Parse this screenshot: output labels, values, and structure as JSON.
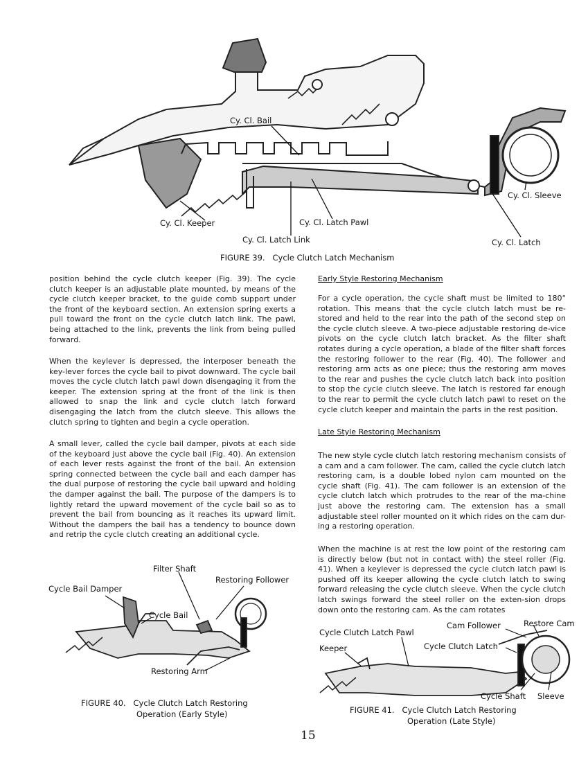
{
  "figure39": {
    "labels": {
      "bail": "Cy. Cl. Bail",
      "keeper": "Cy. Cl. Keeper",
      "latch_pawl": "Cy. Cl. Latch Pawl",
      "latch_link": "Cy. Cl. Latch Link",
      "sleeve": "Cy. Cl. Sleeve",
      "latch": "Cy. Cl. Latch"
    },
    "caption": "FIGURE 39.   Cycle Clutch Latch Mechanism"
  },
  "left_column": {
    "p1": "position behind the cycle clutch keeper (Fig. 39). The cycle clutch keeper is an adjustable plate mounted, by means of the cycle clutch keeper bracket, to the guide comb support under the front of the keyboard section. An extension spring exerts a pull toward the front on the cycle clutch latch link. The pawl, being attached to the link, prevents the link from being pulled forward.",
    "p2": "When the keylever is depressed, the interposer beneath the key-lever forces the cycle bail to pivot downward. The cycle bail moves the cycle clutch latch pawl down disengaging it from the keeper. The extension spring at the front of the link is then allowed to snap the link and cycle clutch latch forward disengaging the latch from the clutch sleeve. This allows the clutch spring to tighten and begin a cycle operation.",
    "p3": "A small lever, called the cycle bail damper, pivots at each side of the keyboard just above the cycle bail (Fig. 40). An extension of each lever rests against the front of the bail. An extension spring connected between the cycle bail and each damper has the dual purpose of restoring the cycle bail upward and holding the damper against the bail. The purpose of the dampers is to lightly retard the upward movement of the cycle bail so as to prevent the bail from bouncing as it reaches its upward limit. Without the dampers the bail has a tendency to bounce down and retrip the cycle clutch creating an additional cycle."
  },
  "right_column": {
    "heading1": "Early Style Restoring Mechanism",
    "p1": "For a cycle operation, the cycle shaft must be limited to 180° rotation. This means that the cycle clutch latch must be re-stored and held to the rear into the path of the second step on the cycle clutch sleeve. A two-piece adjustable restoring de-vice pivots on the cycle clutch latch bracket. As the filter shaft rotates during a cycle operation, a blade of the filter shaft forces the restoring follower to the rear (Fig. 40). The follower and restoring arm acts as one piece; thus the restoring arm moves to the rear and pushes the cycle clutch latch back into position to stop the cycle clutch sleeve. The latch is restored far enough to the rear to permit the cycle clutch latch pawl to reset on the cycle clutch keeper and maintain the parts in the rest position.",
    "heading2": "Late Style Restoring Mechanism",
    "p2": "The new style cycle clutch latch restoring mechanism consists of a cam and a cam follower. The cam, called the cycle clutch latch restoring cam, is a double lobed nylon cam mounted on the cycle shaft (Fig. 41). The cam follower is an extension of the cycle clutch latch which protrudes to the rear of the ma-chine just above the restoring cam. The extension has a small adjustable steel roller mounted on it which rides on the cam dur-ing a restoring operation.",
    "p3": "When the machine is at rest the low point of the restoring cam is directly below (but not in contact with) the steel roller (Fig. 41). When a keylever is depressed the cycle clutch latch pawl is pushed off its keeper allowing the cycle clutch latch to swing forward releasing the cycle clutch sleeve. When the cycle clutch latch swings forward the steel roller on the exten-sion drops down onto the restoring cam. As the cam rotates"
  },
  "figure40": {
    "labels": {
      "filter_shaft": "Filter Shaft",
      "restoring_follower": "Restoring Follower",
      "damper": "Cycle Bail Damper",
      "bail": "Cycle Bail",
      "restoring_arm": "Restoring Arm"
    },
    "caption_line1": "FIGURE 40.   Cycle Clutch Latch Restoring",
    "caption_line2": "Operation (Early Style)"
  },
  "figure41": {
    "labels": {
      "cam_follower": "Cam Follower",
      "restore_cam": "Restore Cam",
      "latch_pawl": "Cycle Clutch Latch Pawl",
      "keeper": "Keeper",
      "latch": "Cycle Clutch Latch",
      "shaft": "Cycle Shaft",
      "sleeve": "Sleeve"
    },
    "caption_line1": "FIGURE 41.   Cycle Clutch Latch Restoring",
    "caption_line2": "Operation (Late Style)"
  },
  "page_number": "15"
}
